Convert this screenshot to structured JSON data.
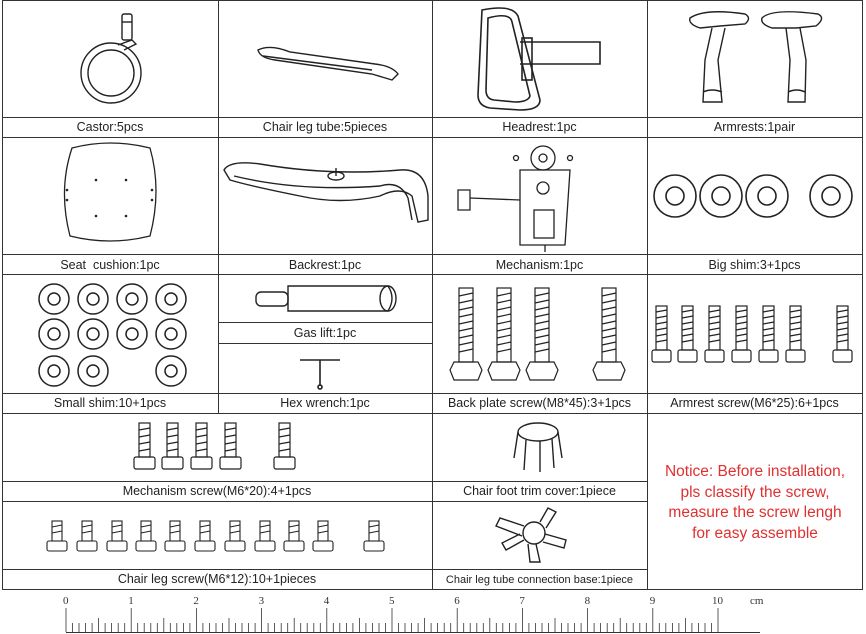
{
  "items": [
    {
      "label": "Castor:5pcs"
    },
    {
      "label": "Chair leg tube:5pieces"
    },
    {
      "label": "Headrest:1pc"
    },
    {
      "label": "Armrests:1pair"
    },
    {
      "label": "Seat  cushion:1pc"
    },
    {
      "label": "Backrest:1pc"
    },
    {
      "label": "Mechanism:1pc"
    },
    {
      "label": "Big shim:3+1pcs"
    },
    {
      "label": "Small shim:10+1pcs"
    },
    {
      "label": "Gas lift:1pc"
    },
    {
      "label": "Hex wrench:1pc"
    },
    {
      "label": "Back plate screw(M8*45):3+1pcs"
    },
    {
      "label": "Armrest screw(M6*25):6+1pcs"
    },
    {
      "label": "Mechanism screw(M6*20):4+1pcs"
    },
    {
      "label": "Chair foot trim cover:1piece"
    },
    {
      "label": "Chair leg screw(M6*12):10+1pieces"
    },
    {
      "label": "Chair leg tube connection base:1piece"
    }
  ],
  "notice": {
    "lines": [
      "Notice: Before installation,",
      "pls classify the screw,",
      "measure the screw lengh",
      "for easy assemble"
    ],
    "color": "#e03030"
  },
  "ruler": {
    "labels": [
      "0",
      "1",
      "2",
      "3",
      "4",
      "5",
      "6",
      "7",
      "8",
      "9",
      "10"
    ],
    "unit": "cm"
  }
}
